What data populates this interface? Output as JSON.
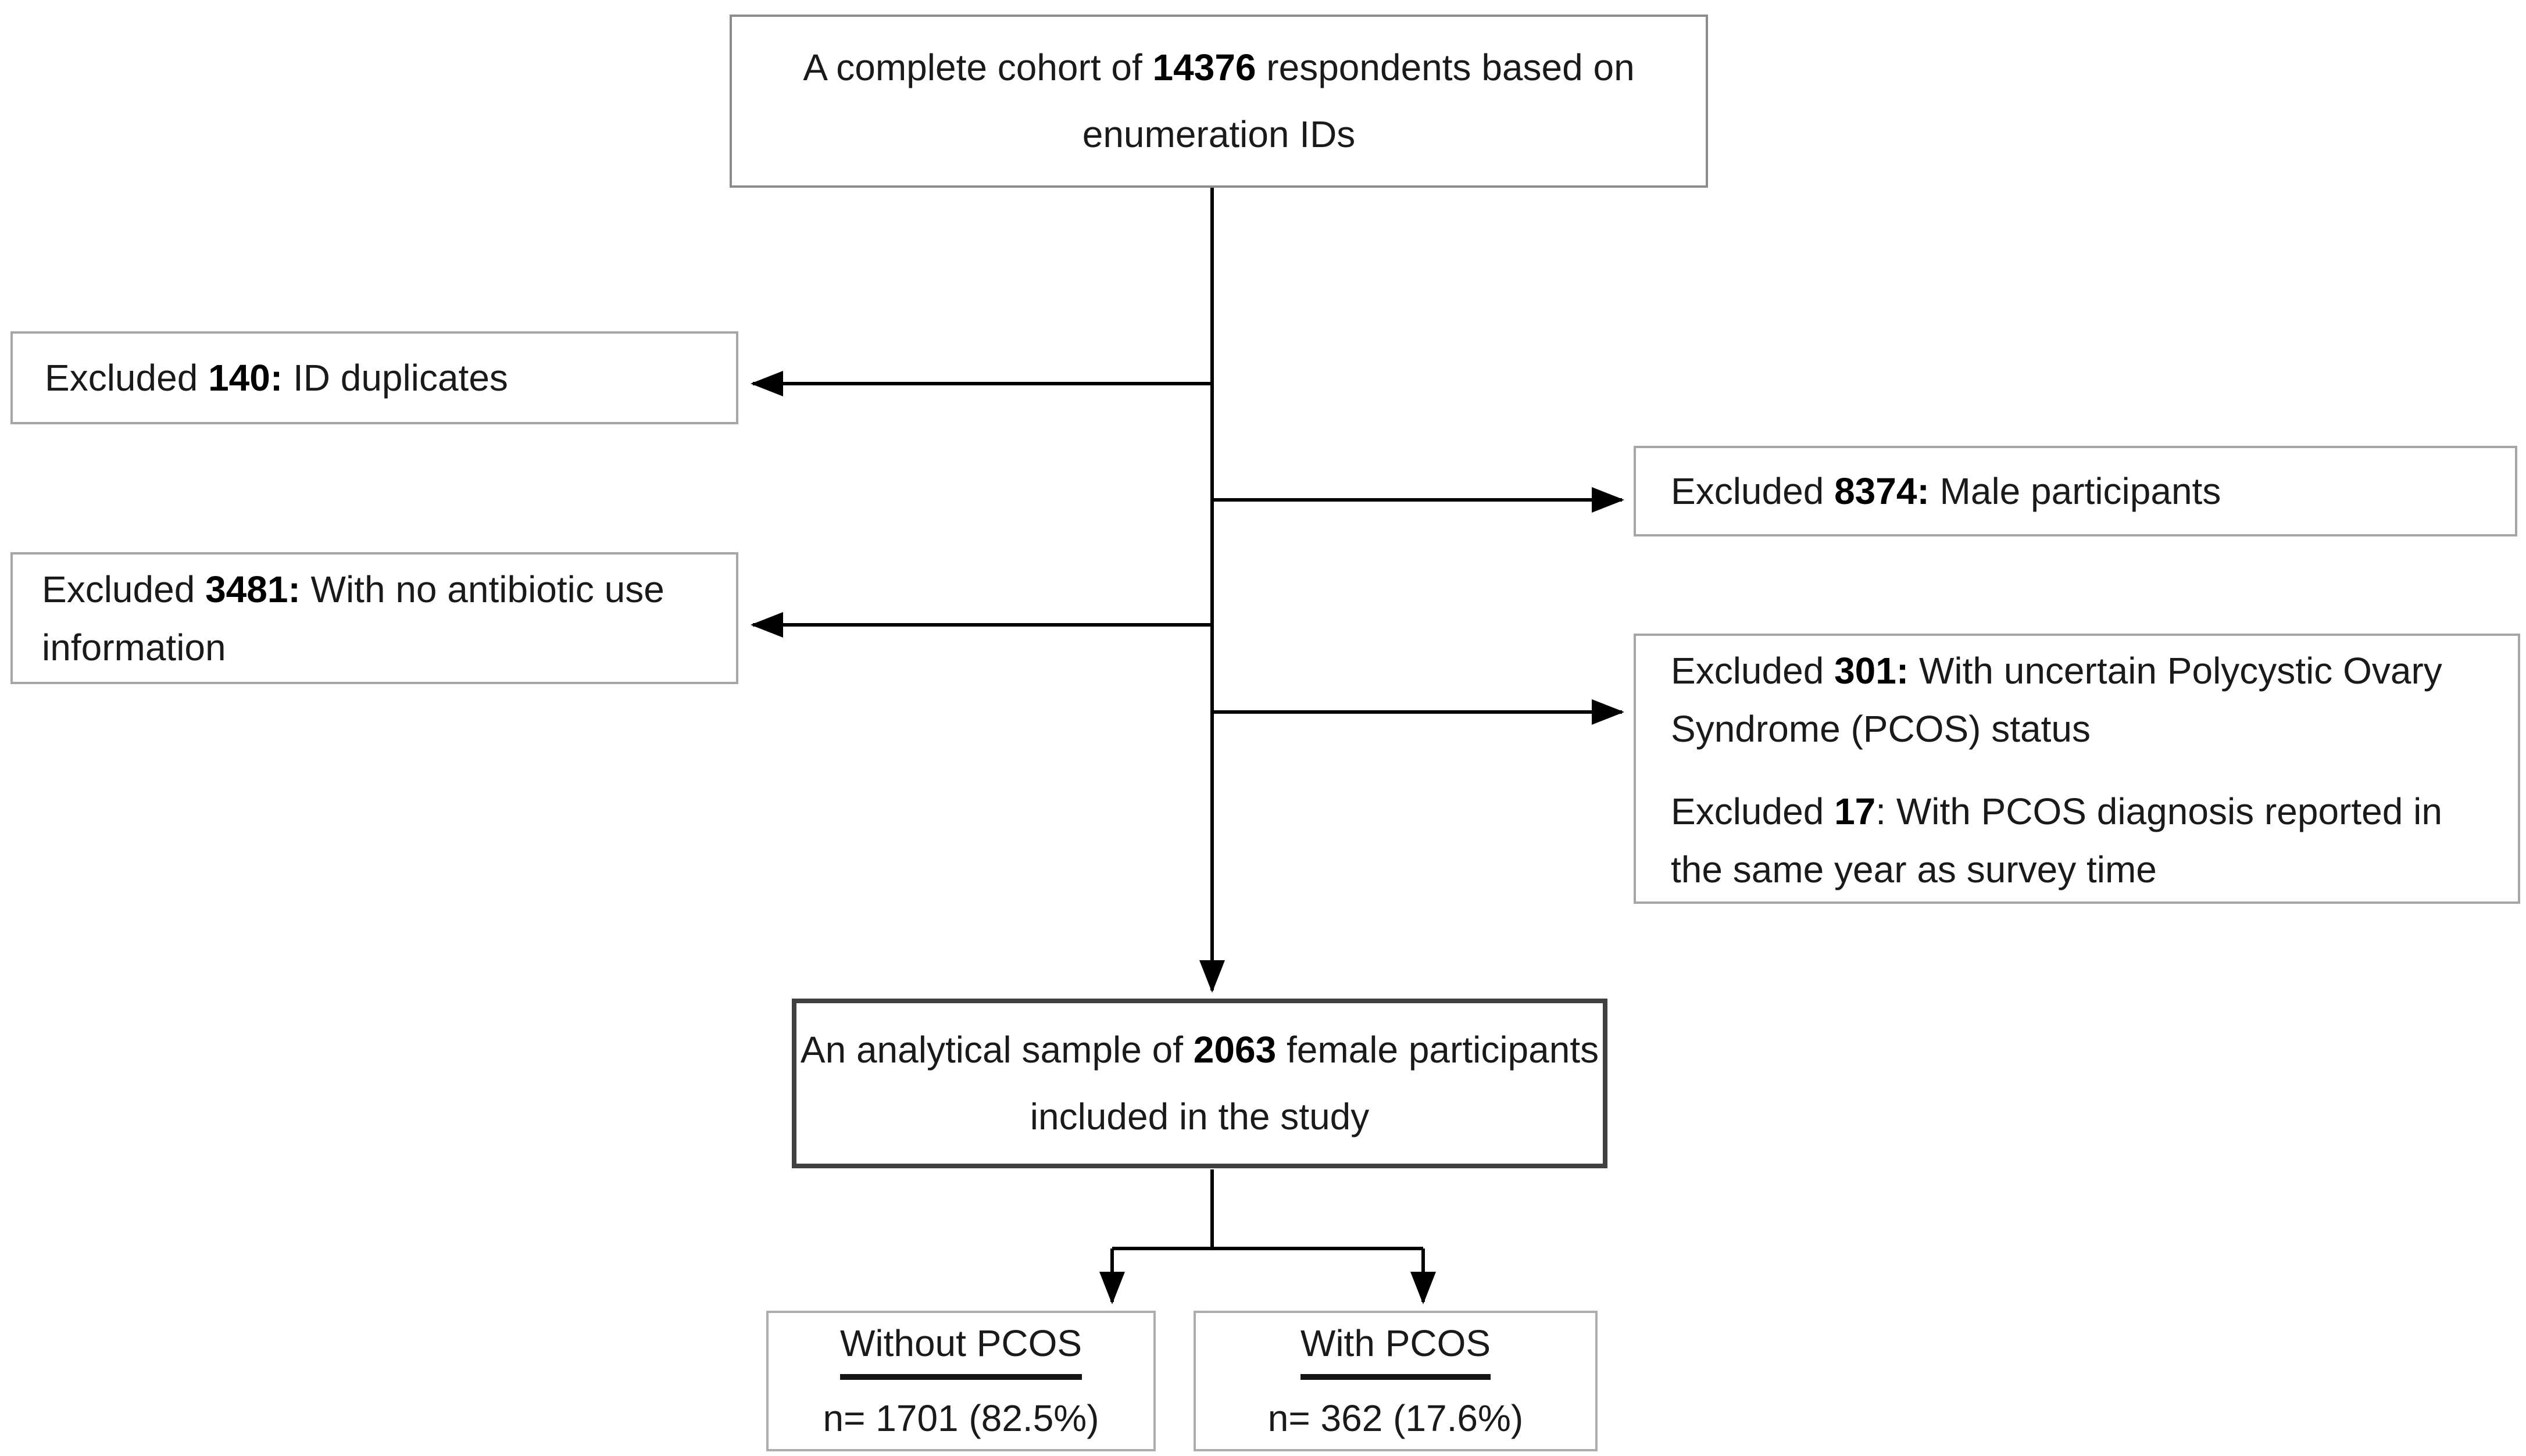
{
  "diagram": {
    "boxes": {
      "cohort": {
        "pre": "A complete cohort of ",
        "bold": "14376",
        "post": " respondents based on enumeration IDs"
      },
      "excluded_id_duplicates": {
        "pre": "Excluded ",
        "bold": "140:",
        "post": " ID duplicates"
      },
      "excluded_male": {
        "pre": "Excluded ",
        "bold": "8374:",
        "post": " Male participants"
      },
      "excluded_antibiotic": {
        "pre": "Excluded ",
        "bold": "3481:",
        "post": " With no antibiotic use information"
      },
      "excluded_pcos_status": {
        "pre": "Excluded ",
        "bold": "301:",
        "post": " With uncertain Polycystic Ovary Syndrome (PCOS) status"
      },
      "excluded_pcos_year": {
        "pre": "Excluded ",
        "bold": "17",
        "post": ": With PCOS diagnosis reported in the same year as survey time"
      },
      "analytical": {
        "pre": "An analytical sample of ",
        "bold": "2063",
        "post": " female participants included in the study"
      },
      "without_pcos": {
        "title": "Without PCOS",
        "count": "n= 1701 (82.5%)"
      },
      "with_pcos": {
        "title": "With PCOS",
        "count": "n= 362 (17.6%)"
      }
    },
    "colors": {
      "line": "#000000",
      "border_light": "#a6a6a6",
      "border_top_box": "#8c8c8c",
      "border_dark": "#404040",
      "text": "#1a1a1a"
    }
  }
}
